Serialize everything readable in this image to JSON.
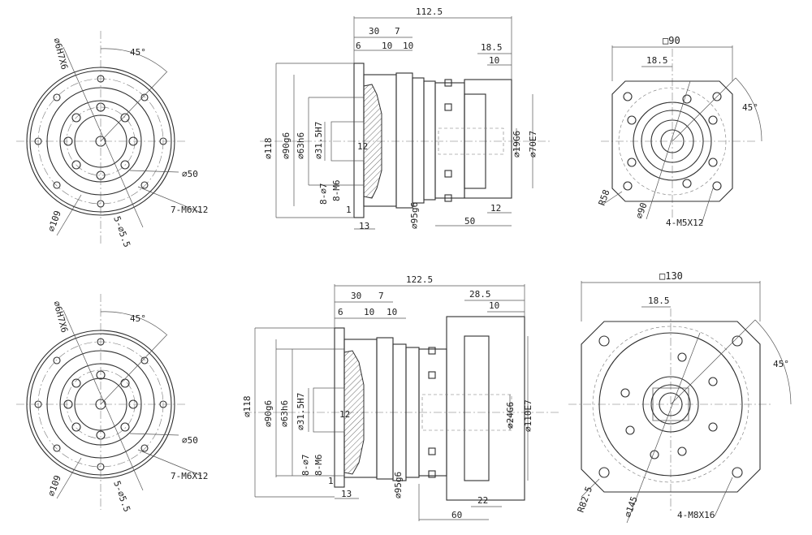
{
  "colors": {
    "line": "#2f2f2f",
    "background": "#ffffff"
  },
  "top": {
    "front": {
      "keyway": "⌀6H7X6",
      "angle": "45°",
      "dia_outer": "⌀109",
      "dia_bolt": "⌀50",
      "holes": "7-M6X12",
      "holes2": "5-⌀5.5"
    },
    "side": {
      "overall": "112.5",
      "d30": "30",
      "d7": "7",
      "d6": "6",
      "d10a": "10",
      "d10b": "10",
      "d185": "18.5",
      "d10c": "10",
      "dia118": "⌀118",
      "dia90": "⌀90g6",
      "dia63": "⌀63h6",
      "dia31": "⌀31.5H7",
      "d12": "12",
      "h8a": "8-⌀7",
      "h8b": "8-M6",
      "d1": "1",
      "d13": "13",
      "dia95": "⌀95g6",
      "dia19": "⌀19G6",
      "dia70": "⌀70E7",
      "d12b": "12",
      "d50": "50"
    },
    "rear": {
      "square": "□90",
      "d185": "18.5",
      "angle": "45°",
      "r58": "R58",
      "dia90": "⌀90",
      "holes": "4-M5X12"
    }
  },
  "bottom": {
    "front": {
      "keyway": "⌀6H7X6",
      "angle": "45°",
      "dia_outer": "⌀109",
      "dia_bolt": "⌀50",
      "holes": "7-M6X12",
      "holes2": "5-⌀5.5"
    },
    "side": {
      "overall": "122.5",
      "d30": "30",
      "d7": "7",
      "d6": "6",
      "d10a": "10",
      "d10b": "10",
      "d285": "28.5",
      "d10c": "10",
      "dia118": "⌀118",
      "dia90": "⌀90g6",
      "dia63": "⌀63h6",
      "dia31": "⌀31.5H7",
      "d12": "12",
      "h8a": "8-⌀7",
      "h8b": "8-M6",
      "d1": "1",
      "d13": "13",
      "dia95": "⌀95g6",
      "dia24": "⌀24G6",
      "dia110": "⌀110E7",
      "d22": "22",
      "d60": "60"
    },
    "rear": {
      "square": "□130",
      "d185": "18.5",
      "angle": "45°",
      "r82": "R82.5",
      "dia145": "⌀145",
      "holes": "4-M8X16"
    }
  }
}
